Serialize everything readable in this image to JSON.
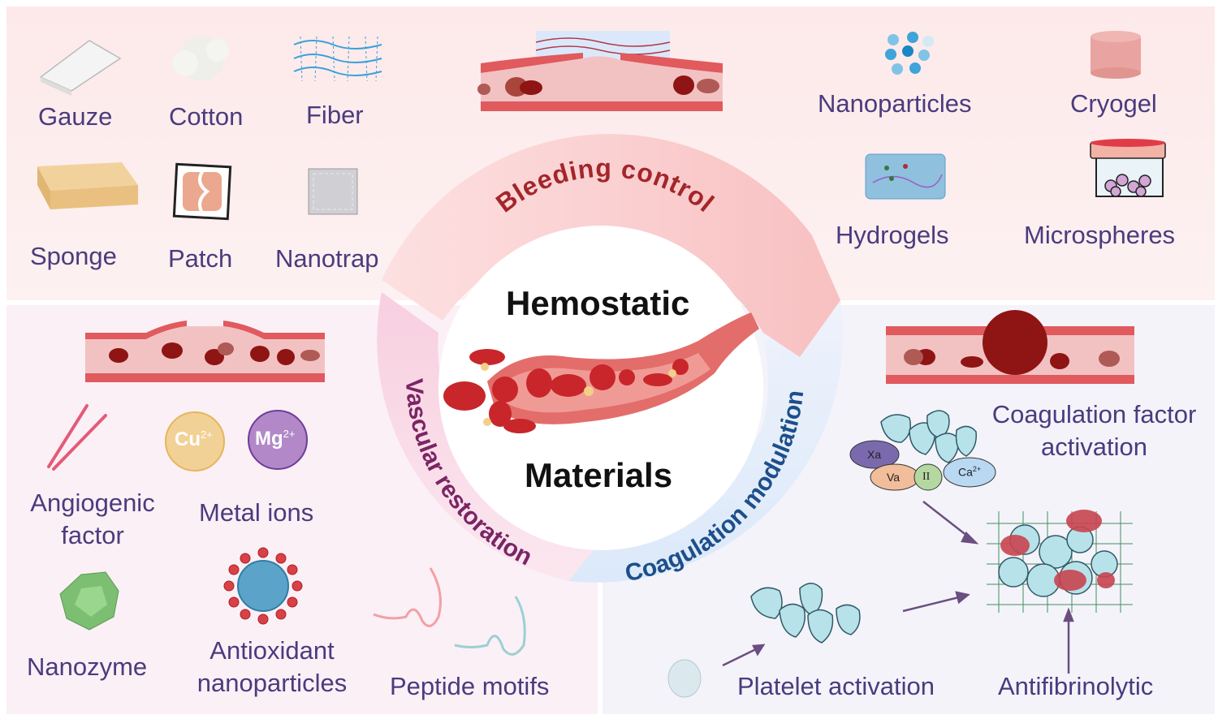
{
  "center": {
    "line1": "Hemostatic",
    "line2": "Materials"
  },
  "ring": {
    "bleeding_control": "Bleeding control",
    "vascular_restoration": "Vascular restoration",
    "coagulation_modulation": "Coagulation modulation"
  },
  "bleeding_materials": {
    "gauze": "Gauze",
    "cotton": "Cotton",
    "fiber": "Fiber",
    "sponge": "Sponge",
    "patch": "Patch",
    "nanotrap": "Nanotrap",
    "nanoparticles": "Nanoparticles",
    "cryogel": "Cryogel",
    "hydrogels": "Hydrogels",
    "microspheres": "Microspheres"
  },
  "vascular": {
    "angiogenic_1": "Angiogenic",
    "angiogenic_2": "factor",
    "metal_ions": "Metal ions",
    "cu": "Cu",
    "mg": "Mg",
    "charge": "2+",
    "nanozyme": "Nanozyme",
    "antioxidant_1": "Antioxidant",
    "antioxidant_2": "nanoparticles",
    "peptide": "Peptide motifs"
  },
  "coagulation": {
    "factor_1": "Coagulation factor",
    "factor_2": "activation",
    "platelet": "Platelet activation",
    "antifibrinolytic": "Antifibrinolytic",
    "xa": "Xa",
    "va": "Va",
    "ii": "II",
    "ca": "Ca",
    "ca_charge": "2+"
  },
  "colors": {
    "label": "#4b3b7e",
    "bleeding_text": "#a3262a",
    "vascular_text": "#7a2565",
    "coag_text": "#1d4f8a"
  }
}
